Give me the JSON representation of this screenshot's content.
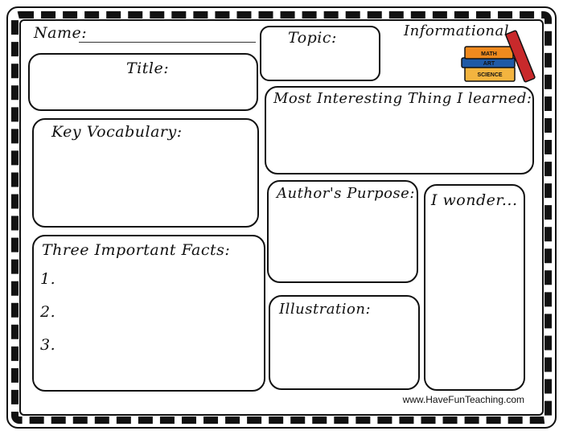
{
  "header": {
    "name_label": "Name:",
    "topic_label": "Topic:",
    "type_label": "Informational"
  },
  "books": {
    "top": "MATH",
    "middle": "ART",
    "bottom": "SCIENCE",
    "colors": {
      "orange": "#f08a1e",
      "blue": "#1f5aa6",
      "red": "#c8292b",
      "yellow": "#f3b43f"
    }
  },
  "sections": {
    "title": "Title:",
    "most_interesting": "Most Interesting Thing I learned:",
    "key_vocabulary": "Key Vocabulary:",
    "authors_purpose": "Author's Purpose:",
    "i_wonder": "I wonder...",
    "three_facts": "Three Important Facts:",
    "fact_numbers": [
      "1.",
      "2.",
      "3."
    ],
    "illustration": "Illustration:"
  },
  "footer": {
    "website": "www.HaveFunTeaching.com"
  }
}
